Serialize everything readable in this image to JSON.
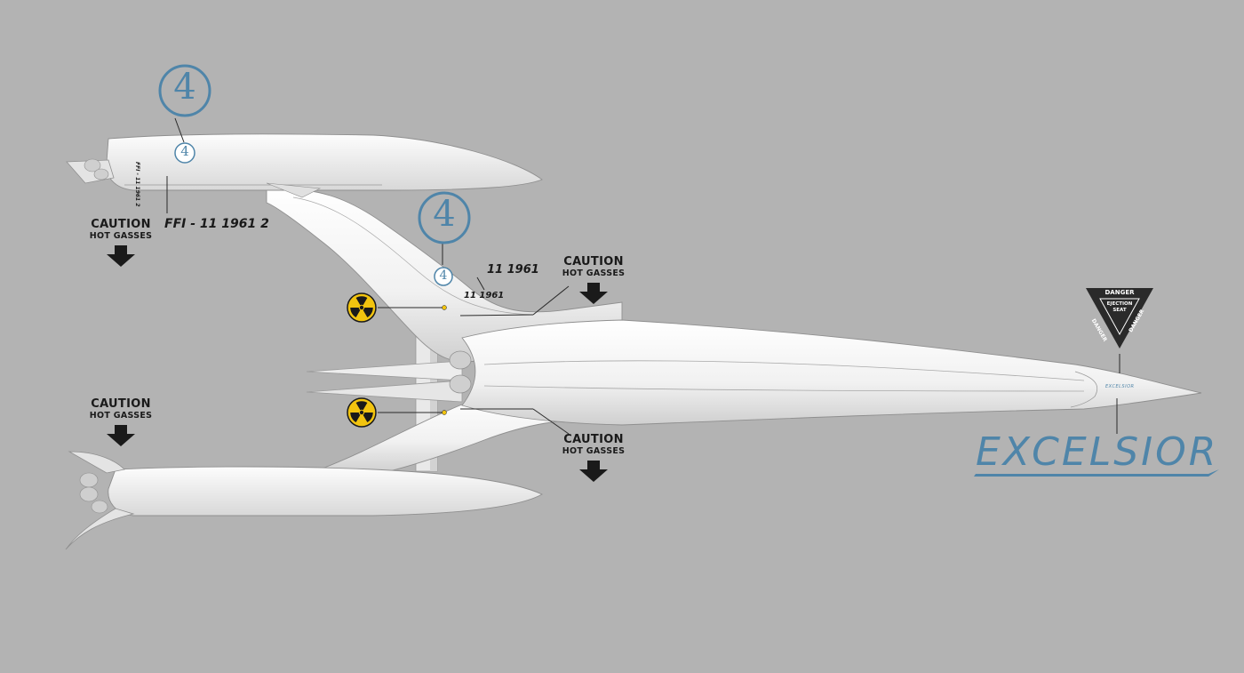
{
  "labels": {
    "caution_title": "CAUTION",
    "caution_sub": "HOT GASSES",
    "top_pod_registry": "FFI - 11 1961 2",
    "pod_registry_small": "FFI - 11 1961 2",
    "arm_number_large": "11 1961",
    "arm_number_small": "11 1961",
    "danger_top": "DANGER",
    "danger_center_1": "EJECTION",
    "danger_center_2": "SEAT",
    "danger_side": "DANGER",
    "brand_name": "EXCELSIOR",
    "brand_small": "EXCELSIOR"
  },
  "emblem": {
    "glyph": "4"
  },
  "colors": {
    "background": "#b3b3b3",
    "hull": "#f2f2f2",
    "accent_blue": "#4f85a9",
    "radiation_yellow": "#f2c40f",
    "marking_black": "#1a1a1a"
  },
  "icons": {
    "radiation": "radiation-trefoil-icon",
    "arrow": "arrow-down-icon",
    "emblem": "fantastic-four-emblem-icon",
    "danger": "ejection-seat-danger-triangle-icon"
  }
}
